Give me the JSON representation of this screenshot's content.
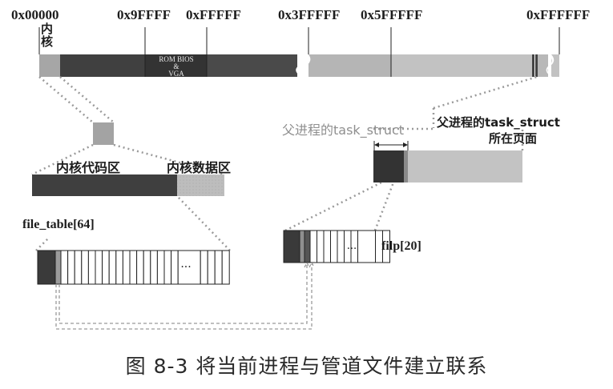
{
  "memory_bar": {
    "addresses": [
      "0x00000",
      "0x9FFFF",
      "0xFFFFF",
      "0x3FFFFF",
      "0x5FFFFF",
      "0xFFFFFF"
    ],
    "kernel_label": "内核",
    "rom_label_line1": "ROM BIOS",
    "rom_label_line2": "&",
    "rom_label_line3": "VGA"
  },
  "kernel_detail": {
    "code_label": "内核代码区",
    "data_label": "内核数据区"
  },
  "file_table": {
    "label": "file_table[64]",
    "ellipsis": "..."
  },
  "task": {
    "struct_label": "父进程的task_struct",
    "page_label_line1": "父进程的task_struct",
    "page_label_line2": "所在页面"
  },
  "filp": {
    "label": "filp[20]",
    "ellipsis": "..."
  },
  "caption": "图 8-3    将当前进程与管道文件建立联系",
  "colors": {
    "dark": "#3a3a3a",
    "mid": "#9b9b9b",
    "light": "#c4c4c4",
    "dotted": "#9a9a9a"
  }
}
